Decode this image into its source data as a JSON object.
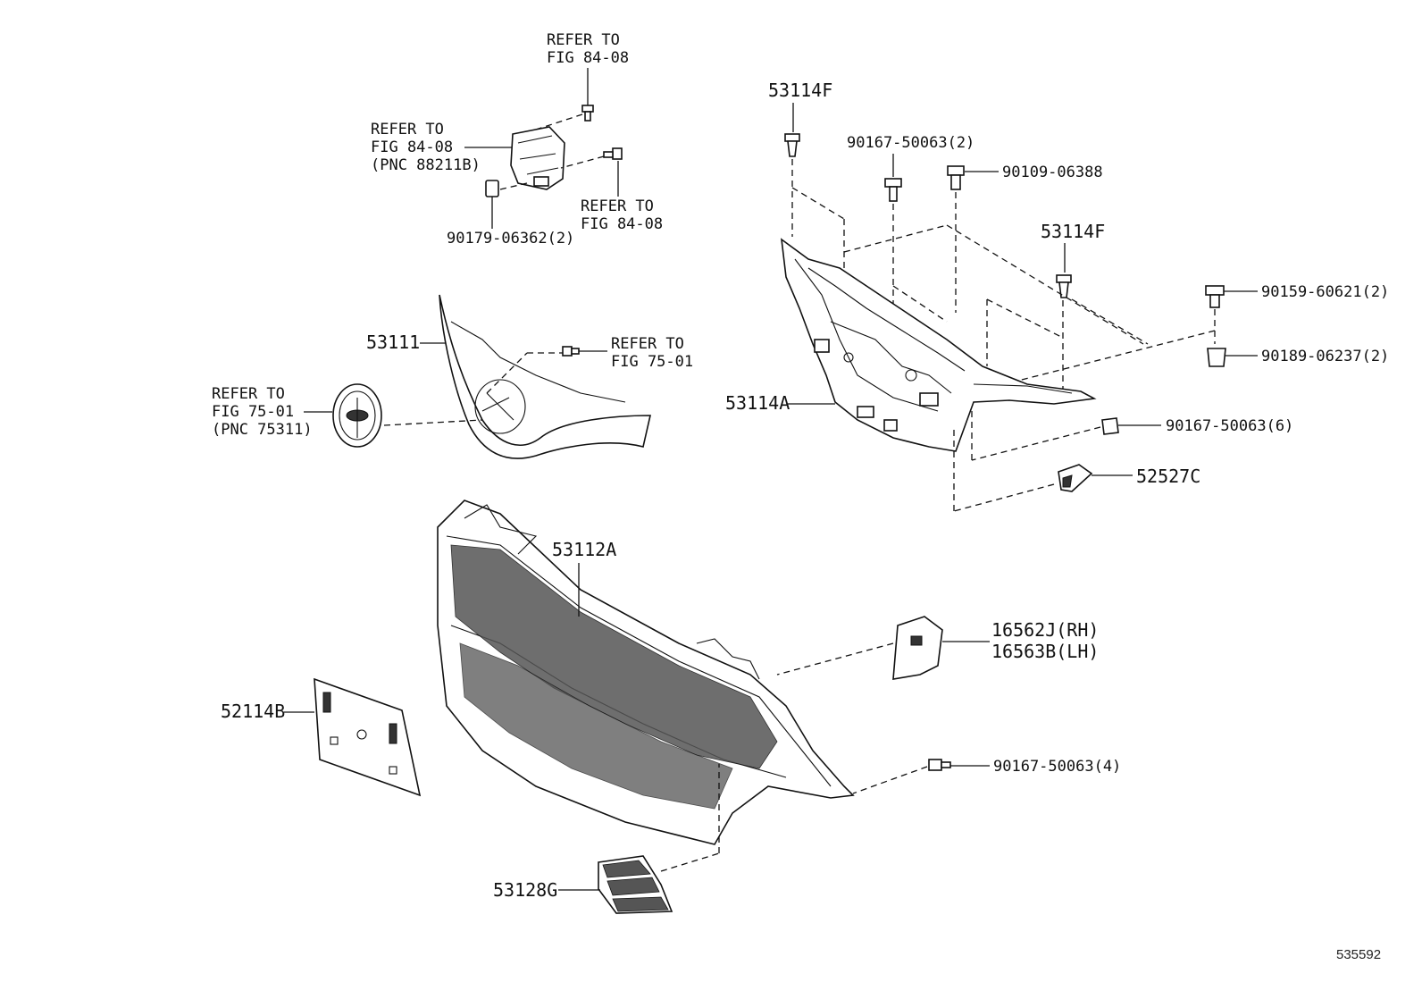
{
  "callouts": {
    "refer_top": [
      "REFER TO",
      "FIG 84-08"
    ],
    "refer_radar": [
      "REFER TO",
      "FIG 84-08",
      "(PNC 88211B)"
    ],
    "refer_radar_right": [
      "REFER TO",
      "FIG 84-08"
    ],
    "nut_90179": "90179-06362(2)",
    "p53111": "53111",
    "refer_75_right": [
      "REFER TO",
      "FIG 75-01"
    ],
    "refer_emblem": [
      "REFER TO",
      "FIG 75-01",
      "(PNC 75311)"
    ],
    "p53114F_top": "53114F",
    "p90167_2": "90167-50063(2)",
    "p90109": "90109-06388",
    "p53114F_right": "53114F",
    "p90159": "90159-60621(2)",
    "p90189": "90189-06237(2)",
    "p53114A": "53114A",
    "p90167_6": "90167-50063(6)",
    "p52527C": "52527C",
    "p53112A": "53112A",
    "p16562J": "16562J(RH)",
    "p16563B": "16563B(LH)",
    "p52114B": "52114B",
    "p90167_4": "90167-50063(4)",
    "p53128G": "53128G"
  },
  "diagram_id": "535592"
}
